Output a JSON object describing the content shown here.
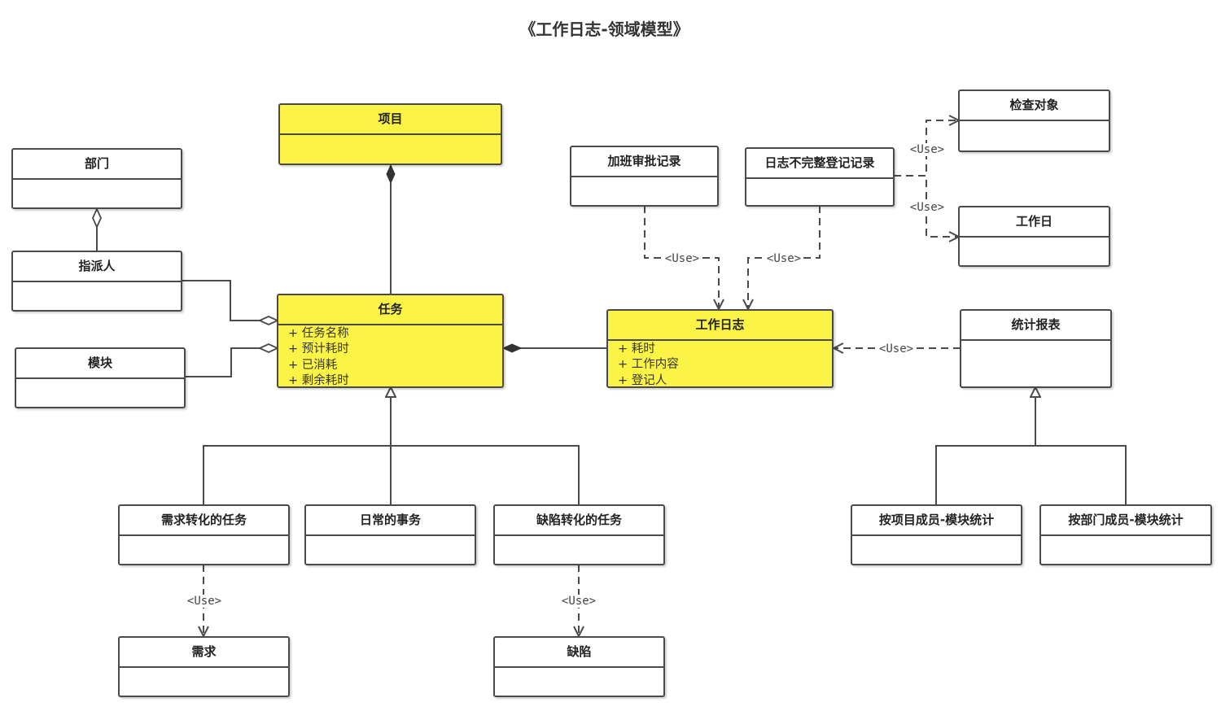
{
  "title": "《工作日志-领域模型》",
  "relation_label": "<Use>",
  "colors": {
    "highlight": "#fbf345",
    "stroke": "#4a4a4a",
    "background": "#ffffff"
  },
  "classes": {
    "project": {
      "name": "项目"
    },
    "department": {
      "name": "部门"
    },
    "assignee": {
      "name": "指派人"
    },
    "module": {
      "name": "模块"
    },
    "task": {
      "name": "任务",
      "attributes": [
        "+ 任务名称",
        "+ 预计耗时",
        "+ 已消耗",
        "+ 剩余耗时"
      ]
    },
    "overtime": {
      "name": "加班审批记录"
    },
    "incomplete": {
      "name": "日志不完整登记记录"
    },
    "check_target": {
      "name": "检查对象"
    },
    "workday": {
      "name": "工作日"
    },
    "worklog": {
      "name": "工作日志",
      "attributes": [
        "+ 耗时",
        "+ 工作内容",
        "+ 登记人"
      ]
    },
    "report": {
      "name": "统计报表"
    },
    "req_task": {
      "name": "需求转化的任务"
    },
    "daily": {
      "name": "日常的事务"
    },
    "defect_task": {
      "name": "缺陷转化的任务"
    },
    "requirement": {
      "name": "需求"
    },
    "defect": {
      "name": "缺陷"
    },
    "by_member_module": {
      "name": "按项目成员-模块统计"
    },
    "by_dept_module": {
      "name": "按部门成员-模块统计"
    }
  }
}
